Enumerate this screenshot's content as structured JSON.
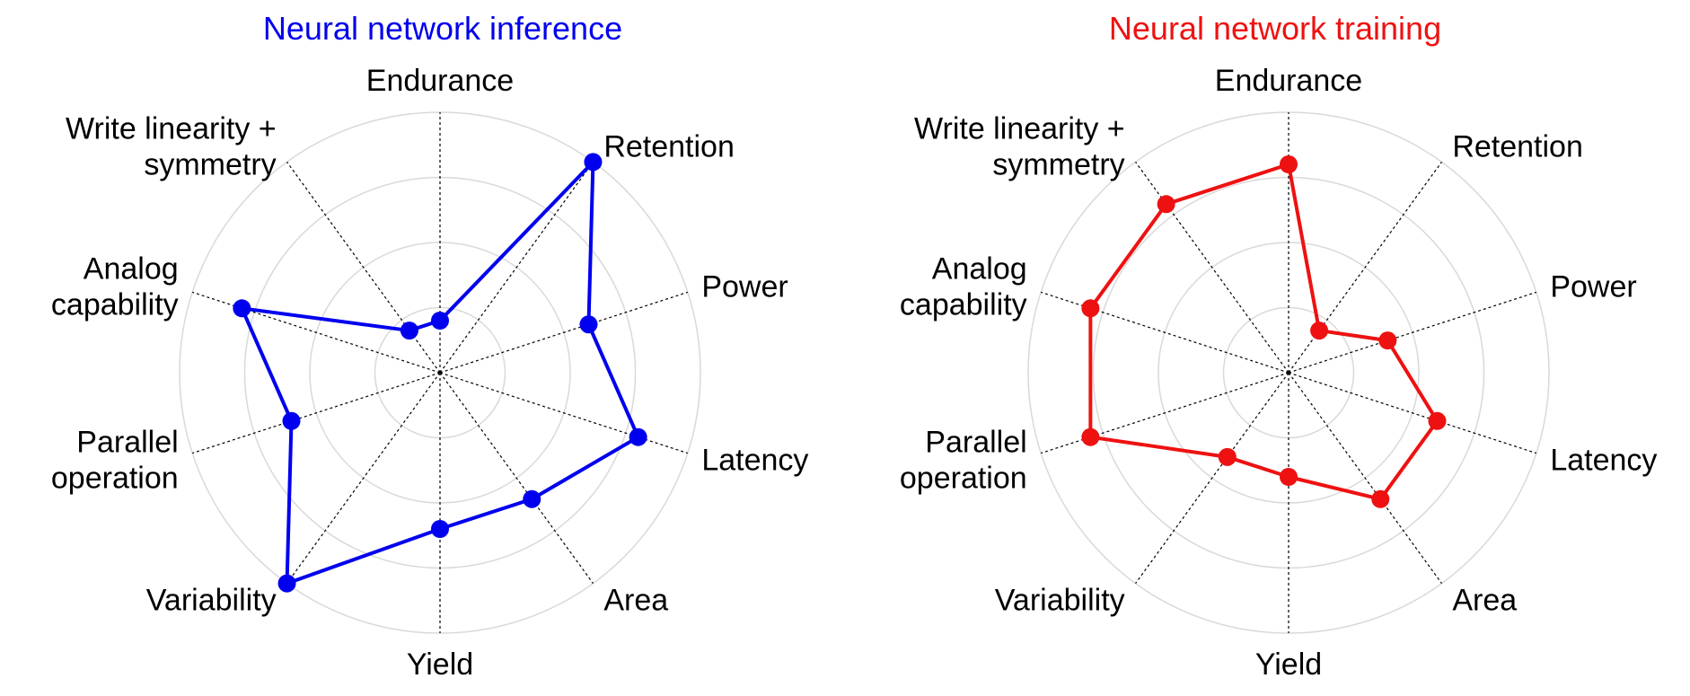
{
  "chart_data": [
    {
      "type": "radar",
      "title": "Neural network inference",
      "color": "#0000ee",
      "axes": [
        {
          "label": [
            "Endurance"
          ],
          "value": 1
        },
        {
          "label": [
            "Retention"
          ],
          "value": 5
        },
        {
          "label": [
            "Power"
          ],
          "value": 3
        },
        {
          "label": [
            "Latency"
          ],
          "value": 4
        },
        {
          "label": [
            "Area"
          ],
          "value": 3
        },
        {
          "label": [
            "Yield"
          ],
          "value": 3
        },
        {
          "label": [
            "Variability"
          ],
          "value": 5
        },
        {
          "label": [
            "Parallel",
            "operation"
          ],
          "value": 3
        },
        {
          "label": [
            "Analog",
            "capability"
          ],
          "value": 4
        },
        {
          "label": [
            "Write linearity +",
            "symmetry"
          ],
          "value": 1
        }
      ],
      "rlim": [
        0,
        5
      ],
      "rings": 4,
      "grid": true
    },
    {
      "type": "radar",
      "title": "Neural network training",
      "color": "#ee1111",
      "axes": [
        {
          "label": [
            "Endurance"
          ],
          "value": 4
        },
        {
          "label": [
            "Retention"
          ],
          "value": 1
        },
        {
          "label": [
            "Power"
          ],
          "value": 2
        },
        {
          "label": [
            "Latency"
          ],
          "value": 3
        },
        {
          "label": [
            "Area"
          ],
          "value": 3
        },
        {
          "label": [
            "Yield"
          ],
          "value": 2
        },
        {
          "label": [
            "Variability"
          ],
          "value": 2
        },
        {
          "label": [
            "Parallel",
            "operation"
          ],
          "value": 4
        },
        {
          "label": [
            "Analog",
            "capability"
          ],
          "value": 4
        },
        {
          "label": [
            "Write linearity +",
            "symmetry"
          ],
          "value": 4
        }
      ],
      "rlim": [
        0,
        5
      ],
      "rings": 4,
      "grid": true
    }
  ]
}
